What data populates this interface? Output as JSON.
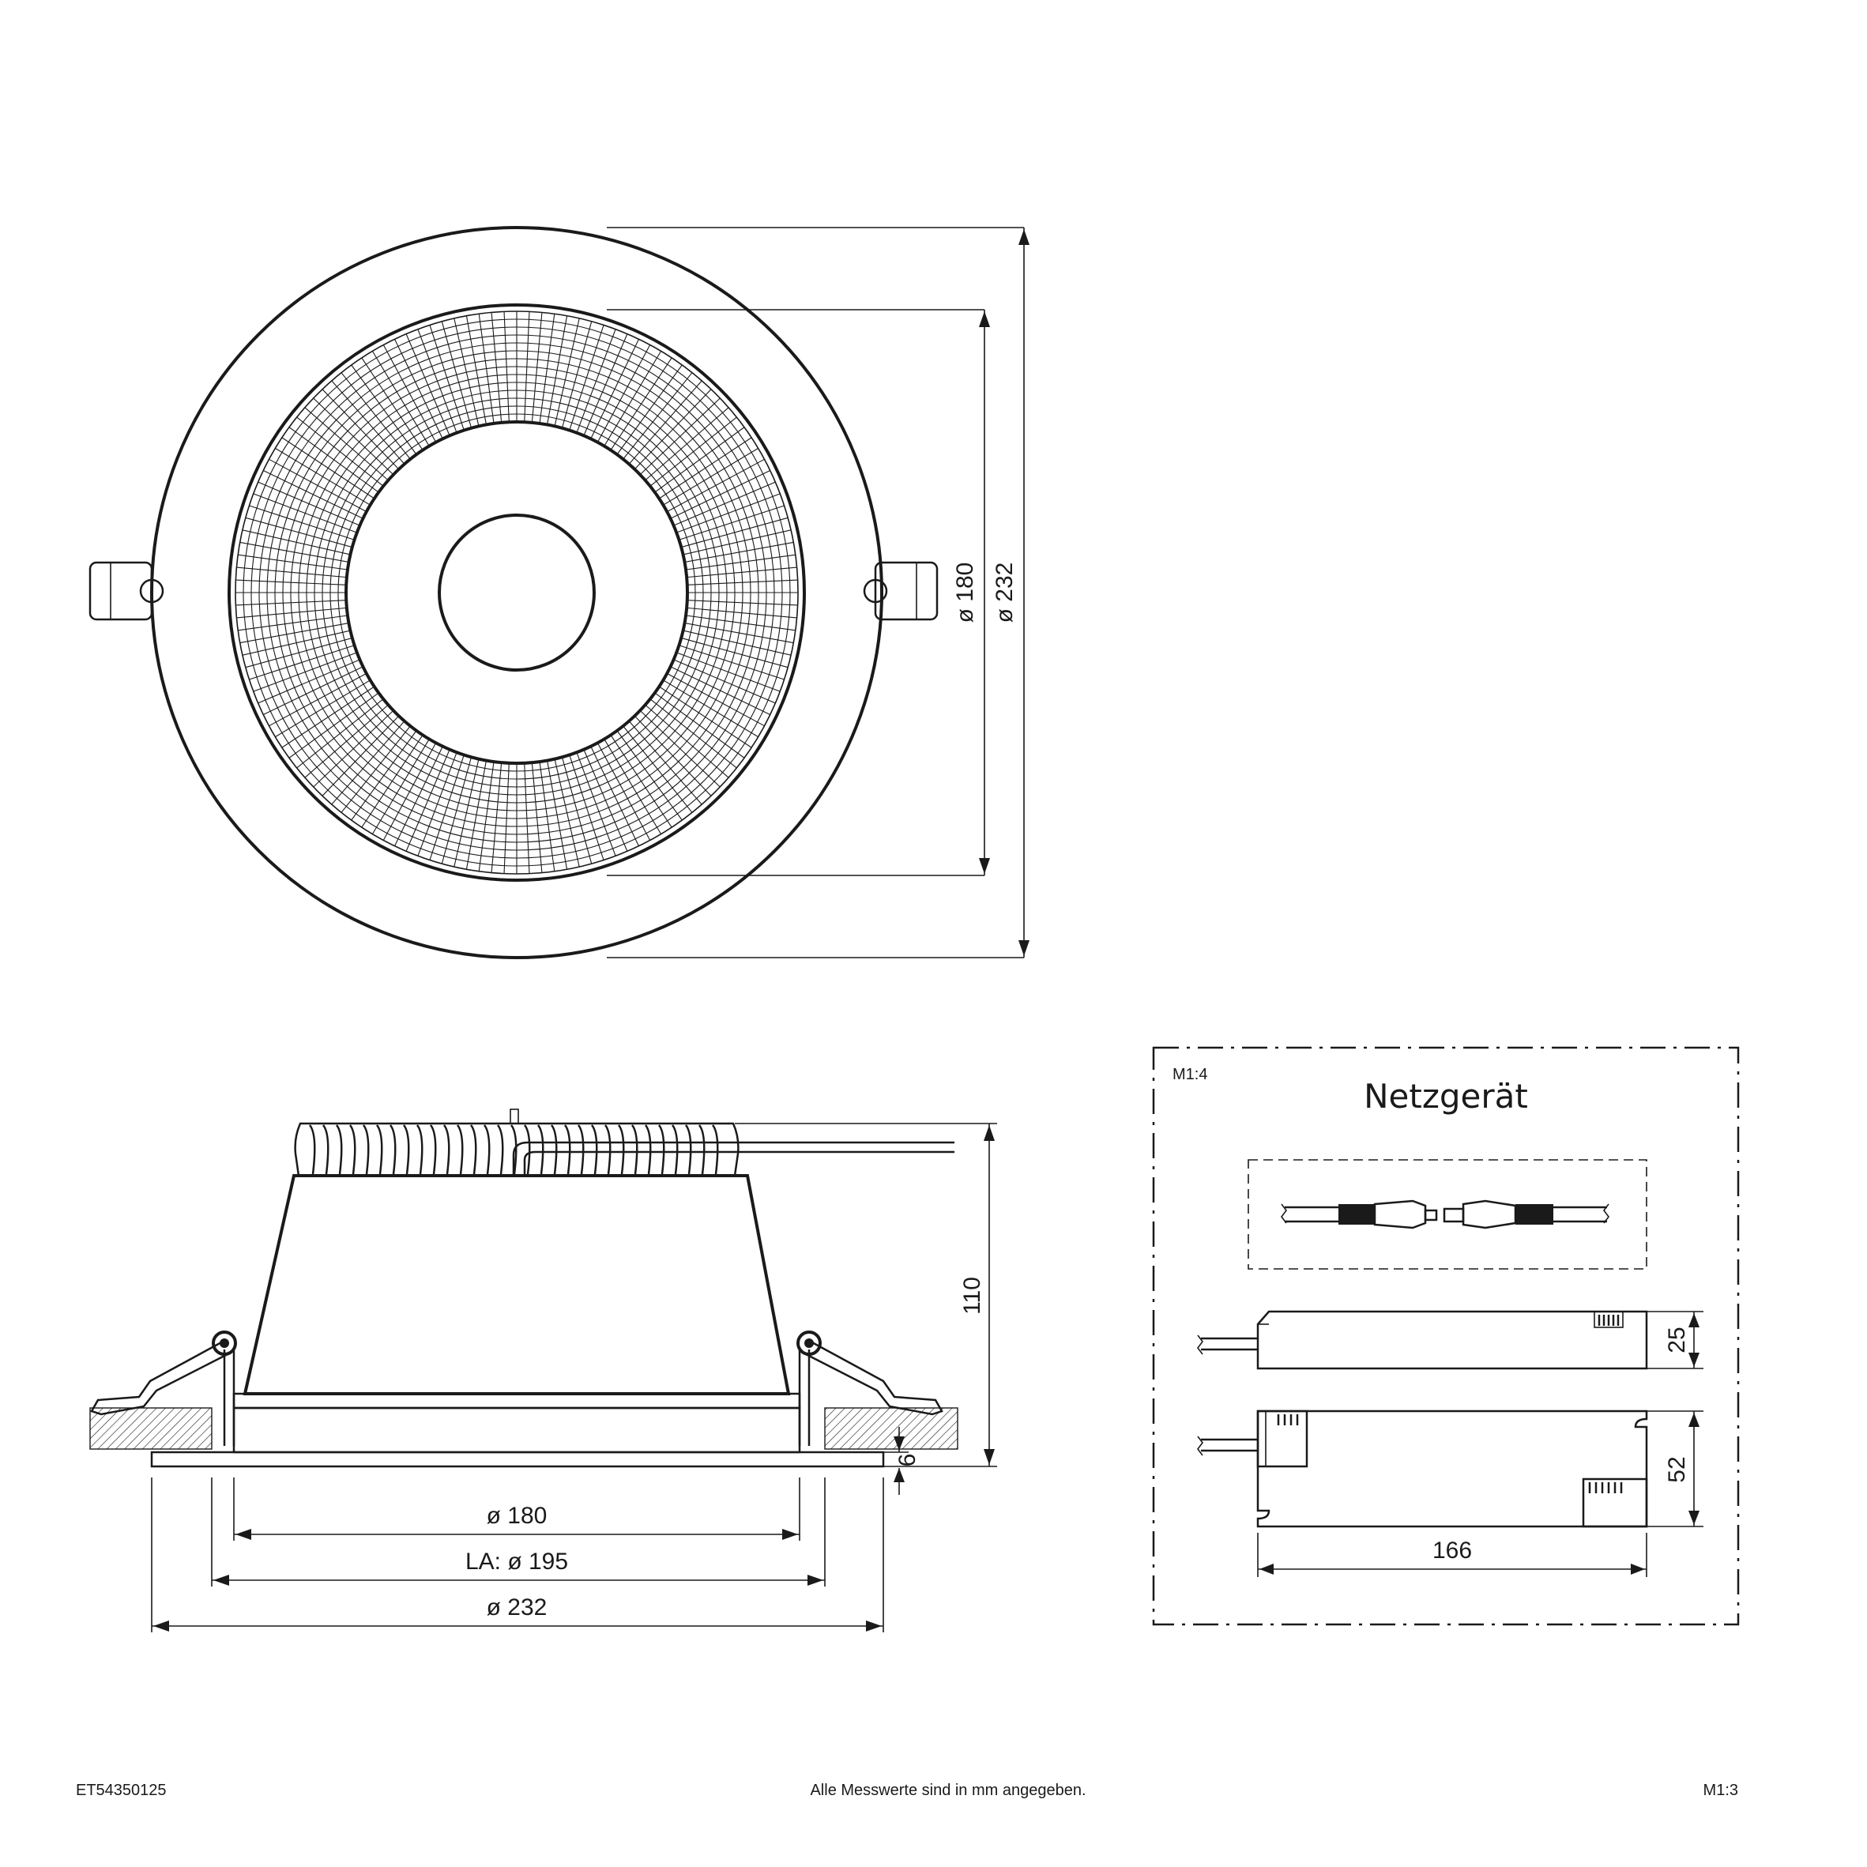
{
  "top_view": {
    "dim_inner_diameter": "ø 180",
    "dim_outer_diameter": "ø 232"
  },
  "side_view": {
    "dim_height": "110",
    "dim_rim": "6",
    "dim_inner_diameter": "ø 180",
    "dim_cutout": "LA: ø 195",
    "dim_outer_diameter": "ø 232"
  },
  "power_supply": {
    "scale": "M1:4",
    "title": "Netzgerät",
    "dim_height": "25",
    "dim_width": "52",
    "dim_length": "166"
  },
  "footer": {
    "article_number": "ET54350125",
    "note": "Alle Messwerte sind in mm angegeben.",
    "scale": "M1:3"
  }
}
